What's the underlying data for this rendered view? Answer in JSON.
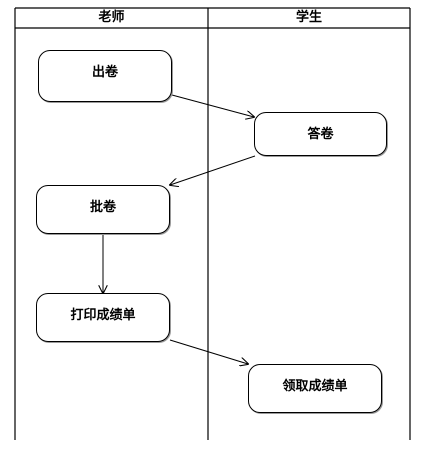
{
  "swimlanes": {
    "teacher": {
      "title": "老师"
    },
    "student": {
      "title": "学生"
    }
  },
  "activities": {
    "issue_paper": {
      "label": "出卷"
    },
    "answer_paper": {
      "label": "答卷"
    },
    "grade_paper": {
      "label": "批卷"
    },
    "print_report": {
      "label": "打印成绩单"
    },
    "collect_report": {
      "label": "领取成绩单"
    }
  },
  "colors": {
    "line": "#000000",
    "shadow": "#9a9a9a",
    "background": "#ffffff"
  }
}
